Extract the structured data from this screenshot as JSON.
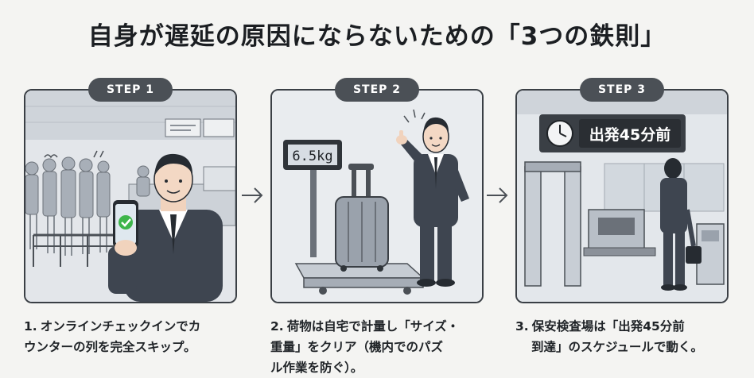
{
  "title": "自身が遅延の原因にならないための「3つの鉄則」",
  "steps": [
    {
      "label": "STEP 1",
      "number": "1.",
      "lines": [
        "オンラインチェックインでカ",
        "ウンターの列を完全スキップ。"
      ]
    },
    {
      "label": "STEP 2",
      "number": "2.",
      "lines": [
        "荷物は自宅で計量し「サイズ・",
        "重量」をクリア（機内でのパズ",
        "ル作業を防ぐ）。"
      ],
      "scale_text": "6.5kg"
    },
    {
      "label": "STEP 3",
      "number": "3.",
      "lines": [
        "保安検査場は「出発45分前",
        "到達」のスケジュールで動く。"
      ],
      "sign_text": "出発45分前"
    }
  ],
  "colors": {
    "panel_bg": "#e7eaee",
    "pill_bg": "#4b5056",
    "suit": "#3e4550",
    "check_green": "#3db54a"
  }
}
